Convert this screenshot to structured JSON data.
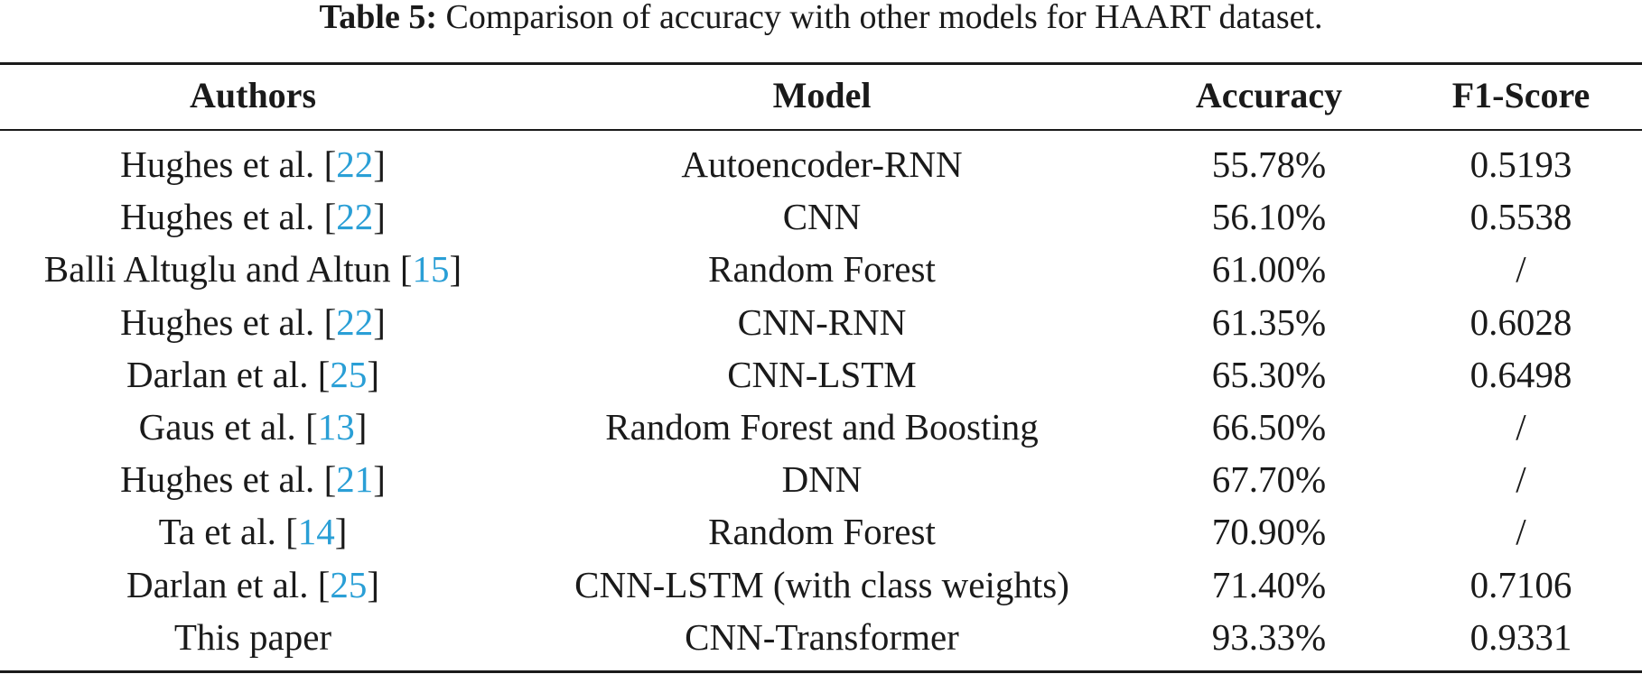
{
  "caption": {
    "label": "Table 5:",
    "text": " Comparison of accuracy with other models for HAART dataset."
  },
  "table": {
    "headers": [
      "Authors",
      "Model",
      "Accuracy",
      "F1-Score"
    ],
    "rows": [
      {
        "author": "Hughes et al.",
        "ref": "22",
        "model": "Autoencoder-RNN",
        "accuracy": "55.78%",
        "f1": "0.5193"
      },
      {
        "author": "Hughes et al.",
        "ref": "22",
        "model": "CNN",
        "accuracy": "56.10%",
        "f1": "0.5538"
      },
      {
        "author": "Balli Altuglu and Altun",
        "ref": "15",
        "model": "Random Forest",
        "accuracy": "61.00%",
        "f1": "/"
      },
      {
        "author": "Hughes et al.",
        "ref": "22",
        "model": "CNN-RNN",
        "accuracy": "61.35%",
        "f1": "0.6028"
      },
      {
        "author": "Darlan et al.",
        "ref": "25",
        "model": "CNN-LSTM",
        "accuracy": "65.30%",
        "f1": "0.6498"
      },
      {
        "author": "Gaus et al.",
        "ref": "13",
        "model": "Random Forest and Boosting",
        "accuracy": "66.50%",
        "f1": "/"
      },
      {
        "author": "Hughes et al.",
        "ref": "21",
        "model": "DNN",
        "accuracy": "67.70%",
        "f1": "/"
      },
      {
        "author": "Ta et al.",
        "ref": "14",
        "model": "Random Forest",
        "accuracy": "70.90%",
        "f1": "/"
      },
      {
        "author": "Darlan et al.",
        "ref": "25",
        "model": "CNN-LSTM (with class weights)",
        "accuracy": "71.40%",
        "f1": "0.7106"
      },
      {
        "author": "This paper",
        "ref": "",
        "model": "CNN-Transformer",
        "accuracy": "93.33%",
        "f1": "0.9331"
      }
    ]
  },
  "colors": {
    "text": "#1a1a1a",
    "reference_link": "#2a9fd6"
  }
}
